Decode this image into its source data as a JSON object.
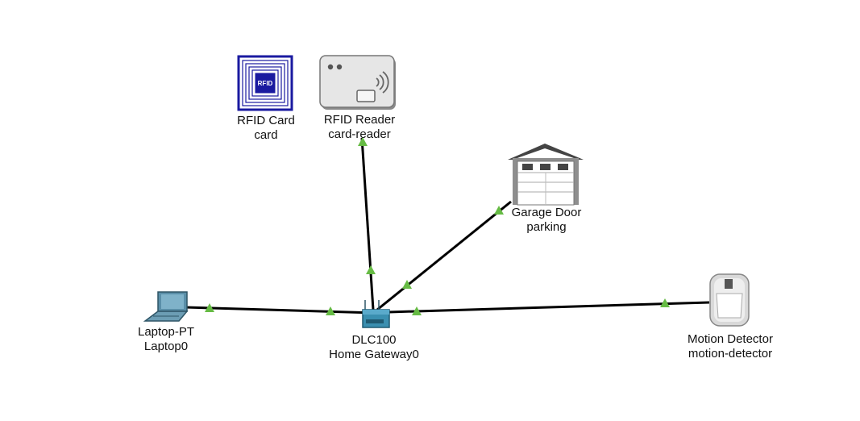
{
  "colors": {
    "link": "#000000",
    "link_marker": "#66bb44",
    "rfid_blue": "#1a1aa0",
    "gateway_teal": "#3a8fb0"
  },
  "devices": {
    "rfid_card": {
      "model": "RFID Card",
      "name": "card",
      "icon": "rfid-card-icon",
      "badge": "RFID"
    },
    "rfid_reader": {
      "model": "RFID Reader",
      "name": "card-reader",
      "icon": "rfid-reader-icon"
    },
    "garage_door": {
      "model": "Garage Door",
      "name": "parking",
      "icon": "garage-door-icon"
    },
    "laptop": {
      "model": "Laptop-PT",
      "name": "Laptop0",
      "icon": "laptop-icon"
    },
    "gateway": {
      "model": "DLC100",
      "name": "Home Gateway0",
      "icon": "home-gateway-icon"
    },
    "motion_detector": {
      "model": "Motion Detector",
      "name": "motion-detector",
      "icon": "motion-detector-icon"
    }
  },
  "links": [
    {
      "from": "laptop",
      "to": "gateway"
    },
    {
      "from": "rfid_reader",
      "to": "gateway"
    },
    {
      "from": "garage_door",
      "to": "gateway"
    },
    {
      "from": "motion_detector",
      "to": "gateway"
    }
  ]
}
